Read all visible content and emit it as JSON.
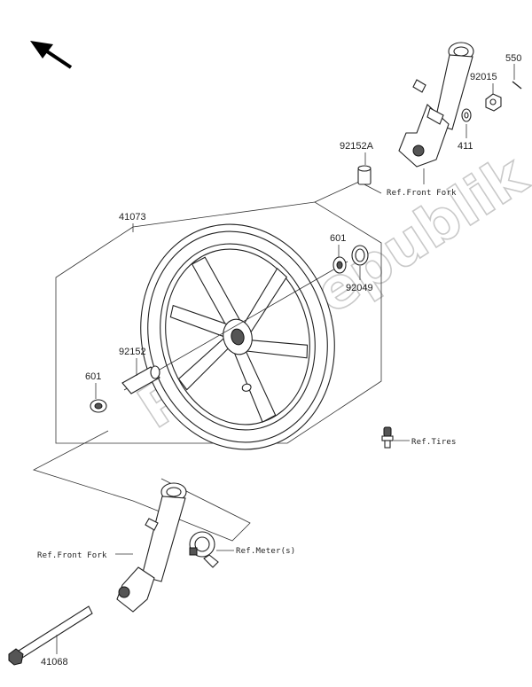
{
  "callouts": {
    "p550": "550",
    "p92015": "92015",
    "p411": "411",
    "p92152A": "92152A",
    "p41073": "41073",
    "p601_top": "601",
    "p92049": "92049",
    "p92152": "92152",
    "p601_left": "601",
    "p41068": "41068"
  },
  "references": {
    "front_fork_right": "Ref.Front Fork",
    "front_fork_left": "Ref.Front Fork",
    "tires": "Ref.Tires",
    "meters": "Ref.Meter(s)"
  },
  "watermark": "PartsRepublik",
  "icons": {
    "direction": "arrow-up-left-icon"
  }
}
